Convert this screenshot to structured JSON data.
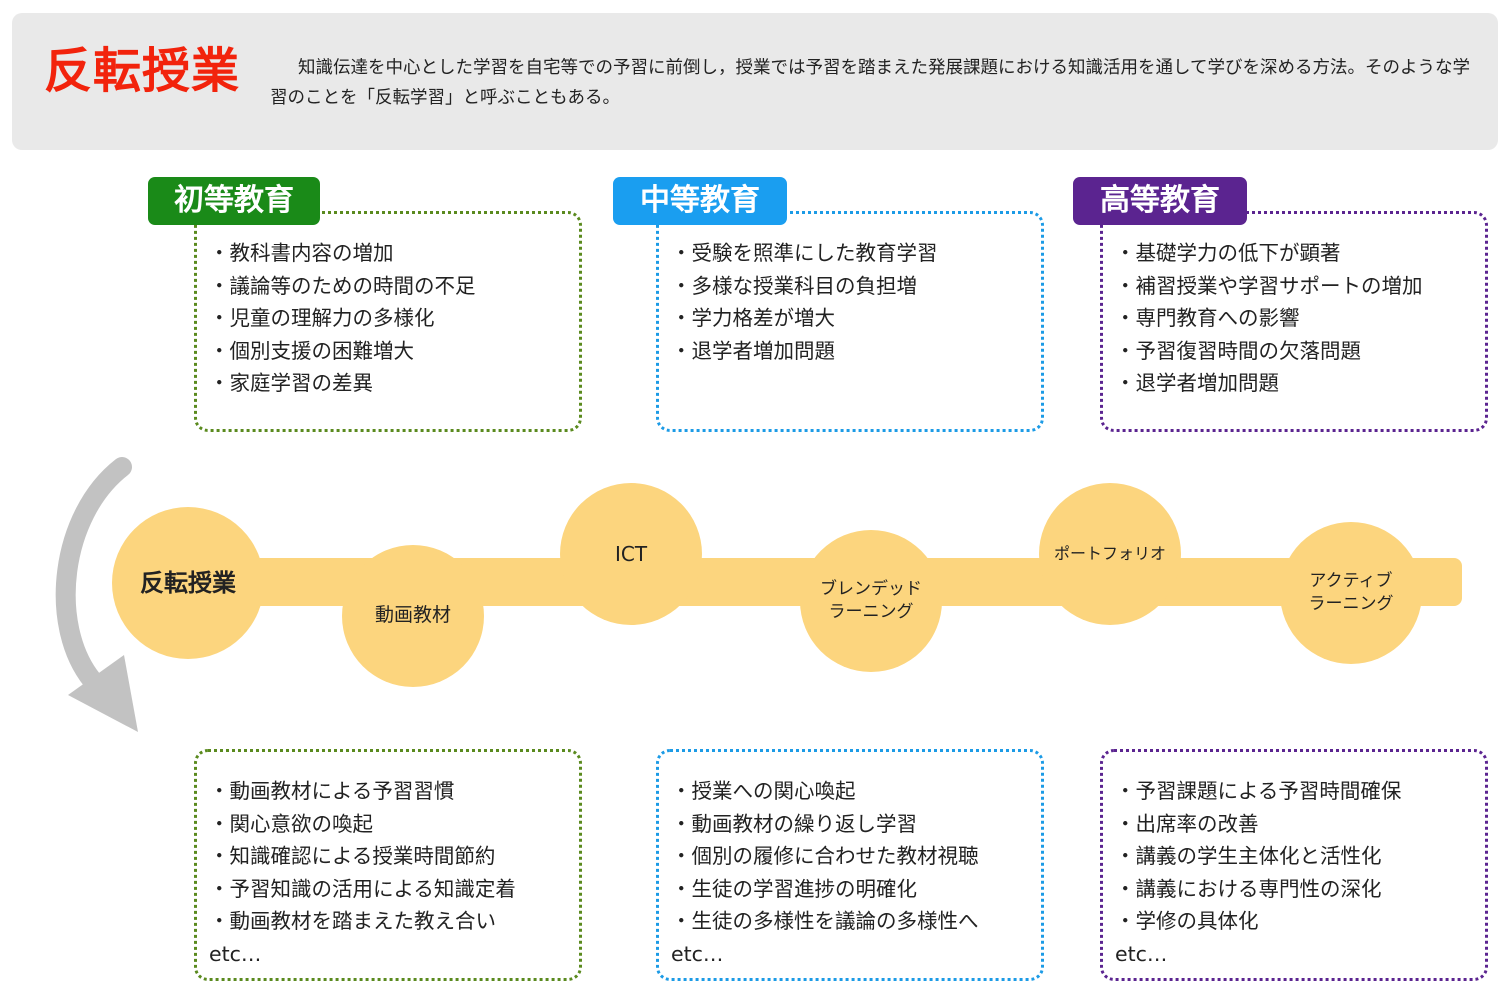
{
  "header": {
    "title": "反転授業",
    "description": "知識伝達を中心とした学習を自宅等での予習に前倒し，授業では予習を踏まえた発展課題における知識活用を通して学びを深める方法。そのような学習のことを「反転学習」と呼ぶこともある。"
  },
  "colors": {
    "title_red": "#f2230c",
    "primary_green": "#1a8a18",
    "secondary_blue": "#1a9ef0",
    "higher_purple": "#5b2490",
    "timeline_yellow": "#fcd57e",
    "arrow_gray": "#c2c2c2"
  },
  "levels": [
    {
      "label": "初等教育",
      "problems": [
        "教科書内容の増加",
        "議論等のための時間の不足",
        "児童の理解力の多様化",
        "個別支援の困難増大",
        "家庭学習の差異"
      ],
      "effects": [
        "動画教材による予習習慣",
        "関心意欲の喚起",
        "知識確認による授業時間節約",
        "予習知識の活用による知識定着",
        "動画教材を踏まえた教え合い"
      ],
      "etc": "etc…"
    },
    {
      "label": "中等教育",
      "problems": [
        "受験を照準にした教育学習",
        "多様な授業科目の負担増",
        "学力格差が増大",
        "退学者増加問題"
      ],
      "effects": [
        "授業への関心喚起",
        "動画教材の繰り返し学習",
        "個別の履修に合わせた教材視聴",
        "生徒の学習進捗の明確化",
        "生徒の多様性を議論の多様性へ"
      ],
      "etc": "etc…"
    },
    {
      "label": "高等教育",
      "problems": [
        "基礎学力の低下が顕著",
        "補習授業や学習サポートの増加",
        "専門教育への影響",
        "予習復習時間の欠落問題",
        "退学者増加問題"
      ],
      "effects": [
        "予習課題による予習時間確保",
        "出席率の改善",
        "講義の学生主体化と活性化",
        "講義における専門性の深化",
        "学修の具体化"
      ],
      "etc": "etc…"
    }
  ],
  "timeline": {
    "hub": "反転授業",
    "nodes": [
      "動画教材",
      "ICT",
      "ブレンデッド\nラーニング",
      "ポートフォリオ",
      "アクティブ\nラーニング"
    ]
  }
}
